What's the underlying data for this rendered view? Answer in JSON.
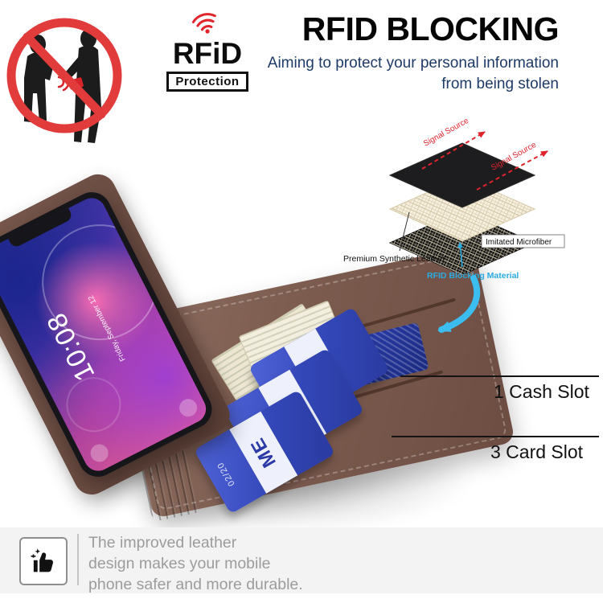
{
  "badge": {
    "brand": "RFiD",
    "label": "Protection"
  },
  "header": {
    "title": "RFID BLOCKING",
    "subtitle_line1": "Aiming to protect your personal information",
    "subtitle_line2": "from being stolen"
  },
  "diagram": {
    "signal_label_1": "Signal Source",
    "signal_label_2": "Signal Source",
    "label_leather": "Premium Synthetic Leather",
    "label_microfiber": "Imitated Microfiber",
    "label_rfid": "RFID Blocking Material"
  },
  "phone": {
    "time": "10:08",
    "date": "Friday, September 12"
  },
  "cards": {
    "name": "ME",
    "expiry": "02/20"
  },
  "callouts": {
    "cash_slot": "1 Cash Slot",
    "card_slot": "3 Card Slot"
  },
  "footer": {
    "line1": "The improved leather",
    "line2": "design makes your mobile",
    "line3": "phone safer and more durable."
  },
  "colors": {
    "accent_red": "#e0242c",
    "accent_cyan": "#29abe2",
    "navy": "#1e3a66",
    "leather_brown": "#7c5b4f"
  }
}
